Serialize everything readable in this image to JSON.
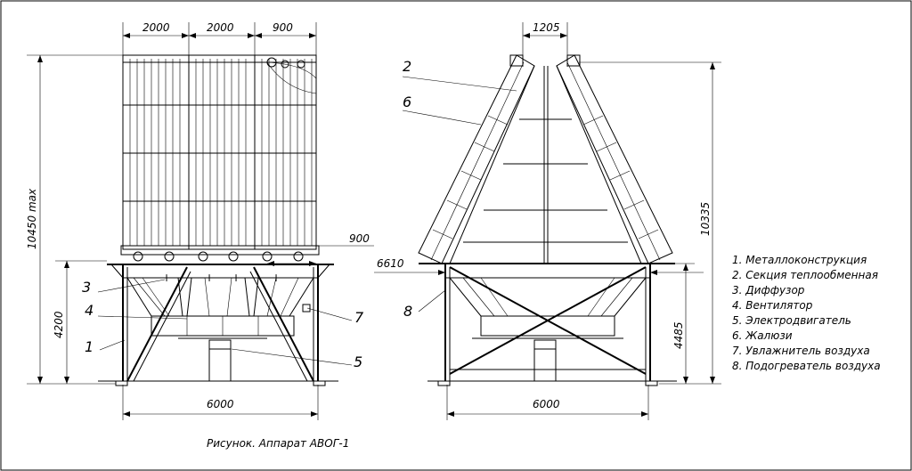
{
  "left_view": {
    "dims": {
      "w1": "2000",
      "w2": "2000",
      "w3": "900",
      "side": "900",
      "base": "6000",
      "height_max": "10450 max",
      "height_frame": "4200"
    },
    "callouts": [
      "3",
      "4",
      "1",
      "7",
      "5"
    ]
  },
  "right_view": {
    "dims": {
      "top": "1205",
      "base": "6000",
      "height": "10335",
      "side": "6610",
      "frame_height": "4485"
    },
    "callouts": [
      "2",
      "6",
      "8"
    ]
  },
  "legend": [
    "1. Металлоконструкция",
    "2. Секция теплообменная",
    "3. Диффузор",
    "4. Вентилятор",
    "5. Электродвигатель",
    "6. Жалюзи",
    "7. Увлажнитель воздуха",
    "8. Подогреватель воздуха"
  ],
  "caption": "Рисунок. Аппарат АВОГ-1"
}
